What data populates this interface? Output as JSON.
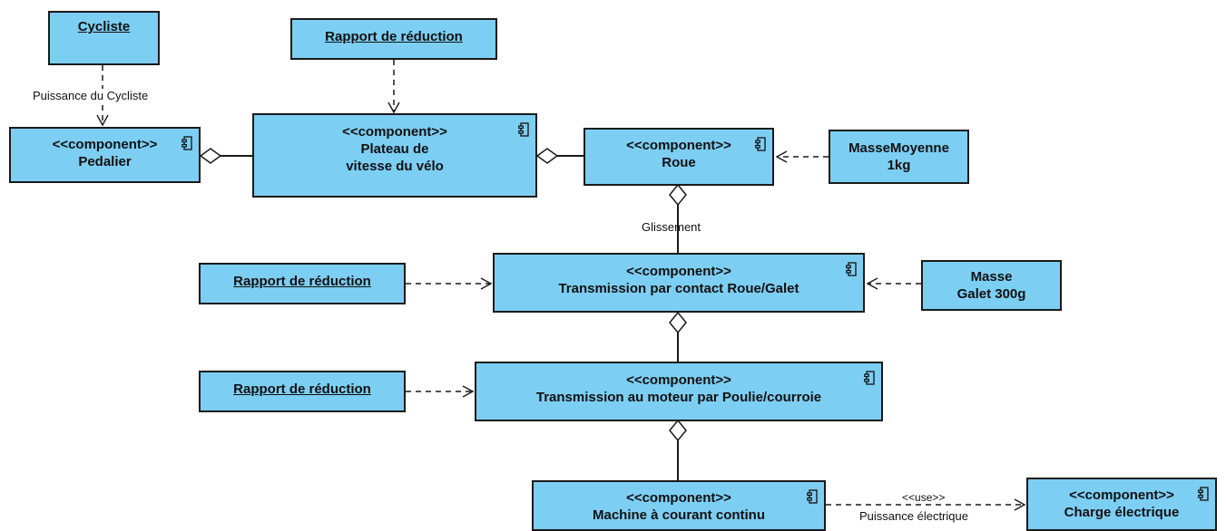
{
  "objects": {
    "cycliste": "Cycliste",
    "rapport_top": "Rapport de réduction",
    "rapport_mid": "Rapport de réduction",
    "rapport_low": "Rapport de réduction",
    "masse_moyenne_line1": "MasseMoyenne",
    "masse_moyenne_line2": "1kg",
    "masse_galet_line1": "Masse",
    "masse_galet_line2": "Galet 300g"
  },
  "components": {
    "stereotype": "<<component>>",
    "pedalier": "Pedalier",
    "plateau_line1": "Plateau de",
    "plateau_line2": "vitesse du vélo",
    "roue": "Roue",
    "transmission_contact": "Transmission par contact Roue/Galet",
    "transmission_moteur": "Transmission au moteur par Poulie/courroie",
    "machine": "Machine à courant continu",
    "charge": "Charge électrique"
  },
  "edge_labels": {
    "puissance_cycliste": "Puissance du Cycliste",
    "glissement": "Glissement",
    "use": "<<use>>",
    "puissance_electrique": "Puissance électrique"
  },
  "colors": {
    "fill": "#7dcef3",
    "stroke": "#1a1a1a"
  },
  "icon": "component-icon"
}
